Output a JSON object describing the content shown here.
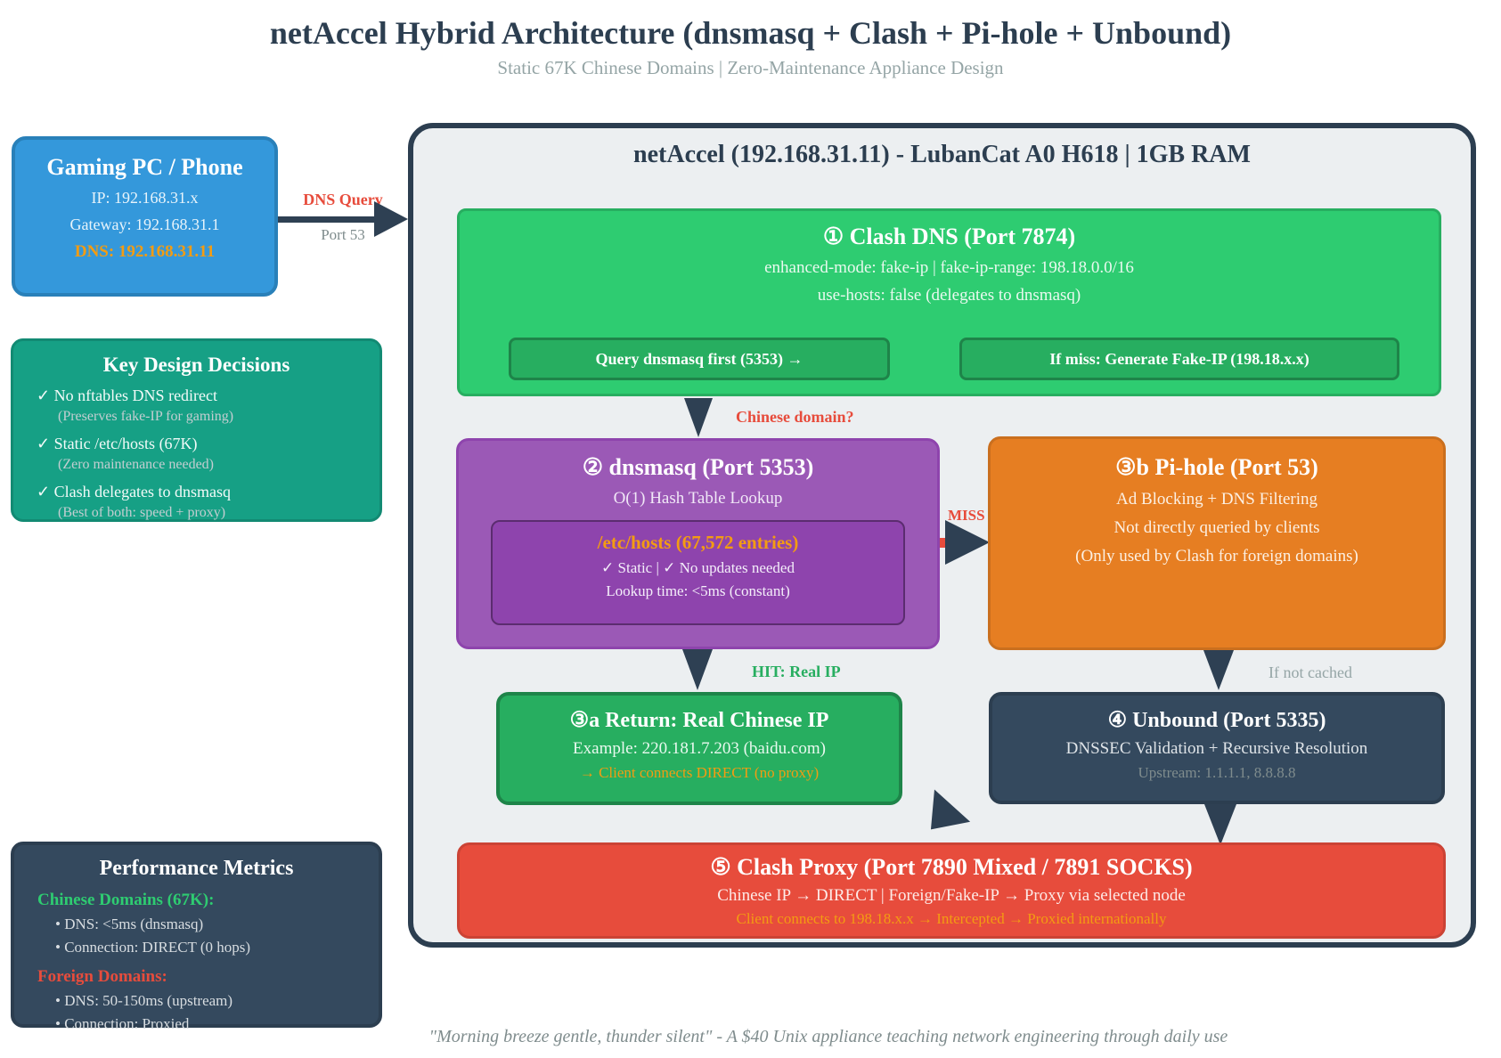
{
  "page": {
    "title": "netAccel Hybrid Architecture (dnsmasq + Clash + Pi-hole + Unbound)",
    "subtitle": "Static 67K Chinese Domains | Zero-Maintenance Appliance Design",
    "footer_quote": "\"Morning breeze gentle, thunder silent\" - A $40 Unix appliance teaching network engineering through daily use"
  },
  "client_box": {
    "title": "Gaming PC / Phone",
    "ip_line": "IP: 192.168.31.x",
    "gateway_line": "Gateway: 192.168.31.1",
    "dns_line": "DNS: 192.168.31.11"
  },
  "dns_query_arrow": {
    "label": "DNS Query",
    "sublabel": "Port 53"
  },
  "design_box": {
    "title": "Key Design Decisions",
    "items": [
      {
        "text": "✓ No nftables DNS redirect",
        "note": "(Preserves fake-IP for gaming)"
      },
      {
        "text": "✓ Static /etc/hosts (67K)",
        "note": "(Zero maintenance needed)"
      },
      {
        "text": "✓ Clash delegates to dnsmasq",
        "note": "(Best of both: speed + proxy)"
      }
    ]
  },
  "metrics_box": {
    "title": "Performance Metrics",
    "chinese_header": "Chinese Domains (67K):",
    "chinese_items": [
      "• DNS: <5ms (dnsmasq)",
      "• Connection: DIRECT (0 hops)"
    ],
    "foreign_header": "Foreign Domains:",
    "foreign_items": [
      "• DNS: 50-150ms (upstream)",
      "• Connection: Proxied"
    ]
  },
  "appliance": {
    "title": "netAccel (192.168.31.11) - LubanCat A0 H618 | 1GB RAM",
    "clash_dns": {
      "title": "① Clash DNS (Port 7874)",
      "line1": "enhanced-mode: fake-ip | fake-ip-range: 198.18.0.0/16",
      "line2": "use-hosts: false (delegates to dnsmasq)",
      "sub_left": "Query dnsmasq first (5353) →",
      "sub_right": "If miss: Generate Fake-IP (198.18.x.x)"
    },
    "labels": {
      "chinese_domain": "Chinese domain?",
      "miss": "MISS",
      "hit": "HIT: Real IP",
      "not_cached": "If not cached"
    },
    "dnsmasq": {
      "title": "② dnsmasq (Port 5353)",
      "line1": "O(1) Hash Table Lookup",
      "hosts_title": "/etc/hosts (67,572 entries)",
      "hosts_line1": "✓ Static | ✓ No updates needed",
      "hosts_line2": "Lookup time: <5ms (constant)"
    },
    "pihole": {
      "title": "③b Pi-hole (Port 53)",
      "line1": "Ad Blocking + DNS Filtering",
      "line2": "Not directly queried by clients",
      "line3": "(Only used by Clash for foreign domains)"
    },
    "return_box": {
      "title": "③a Return: Real Chinese IP",
      "line1": "Example: 220.181.7.203 (baidu.com)",
      "line2": "→ Client connects DIRECT (no proxy)"
    },
    "unbound": {
      "title": "④ Unbound (Port 5335)",
      "line1": "DNSSEC Validation + Recursive Resolution",
      "line2": "Upstream: 1.1.1.1, 8.8.8.8"
    },
    "clash_proxy": {
      "title": "⑤ Clash Proxy (Port 7890 Mixed / 7891 SOCKS)",
      "line1": "Chinese IP → DIRECT | Foreign/Fake-IP → Proxy via selected node",
      "line2": "Client connects to 198.18.x.x → Intercepted → Proxied internationally"
    }
  },
  "colors": {
    "title_navy": "#2c3e50",
    "client_blue": "#3498db",
    "teal": "#16a085",
    "dark_slate": "#34495e",
    "green_bright": "#2ecc71",
    "green_dark": "#27ae60",
    "purple": "#9b59b6",
    "purple_dark": "#8e44ad",
    "orange": "#e67e22",
    "red": "#e74c3c",
    "accent_orange_text": "#f39c12",
    "gray_text": "#7f8c8d",
    "arrow": "#2e4053"
  }
}
